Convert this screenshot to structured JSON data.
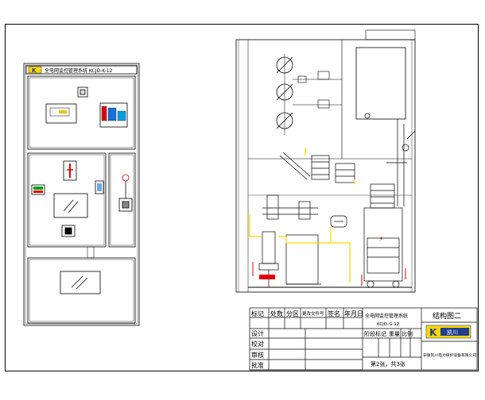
{
  "cabinet": {
    "header_label": "全电网监控管理系统 KCJD-K-12",
    "logo_mark": "K"
  },
  "title_block": {
    "headers": [
      "标记",
      "处数",
      "分区",
      "更改文件号",
      "签名",
      "年月日"
    ],
    "system_line1": "全电网监控管理系统",
    "system_line2": "KCJD-G-12",
    "drawing_title": "结构图二",
    "roles": [
      "设计",
      "校对",
      "审核",
      "批准"
    ],
    "stage_label": "阶段标记",
    "weight_label": "重量",
    "scale_label": "比例",
    "sheet_info": "第2张，共3张",
    "company": "安徽凯川电力保护设备有限公司",
    "logo_text": "凯川"
  },
  "colors": {
    "line": "#000000",
    "busbar": "#ffd700",
    "interlock": "#e00000",
    "ground": "#00a000",
    "logo_blue": "#1d3f8c"
  }
}
